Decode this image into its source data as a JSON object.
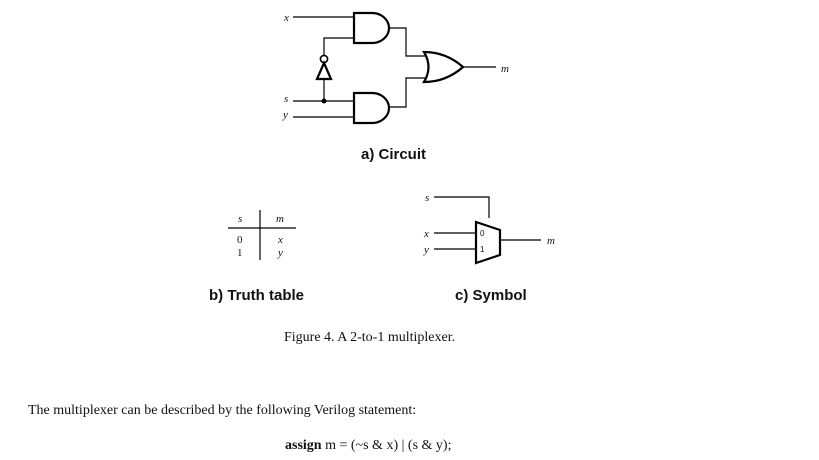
{
  "circuit": {
    "caption": "a) Circuit",
    "inputs": {
      "x": "x",
      "s": "s",
      "y": "y"
    },
    "output": "m"
  },
  "truth_table": {
    "caption": "b) Truth table",
    "headers": [
      "s",
      "m"
    ],
    "rows": [
      [
        "0",
        "x"
      ],
      [
        "1",
        "y"
      ]
    ]
  },
  "symbol": {
    "caption": "c) Symbol",
    "inputs": {
      "s": "s",
      "x": "x",
      "y": "y"
    },
    "output": "m",
    "port_labels": [
      "0",
      "1"
    ]
  },
  "figure_caption": "Figure 4. A 2-to-1 multiplexer.",
  "text": {
    "description": "The multiplexer can be described by the following Verilog statement:",
    "code_keyword": "assign",
    "code_rest": " m = (~s & x) | (s & y);"
  }
}
